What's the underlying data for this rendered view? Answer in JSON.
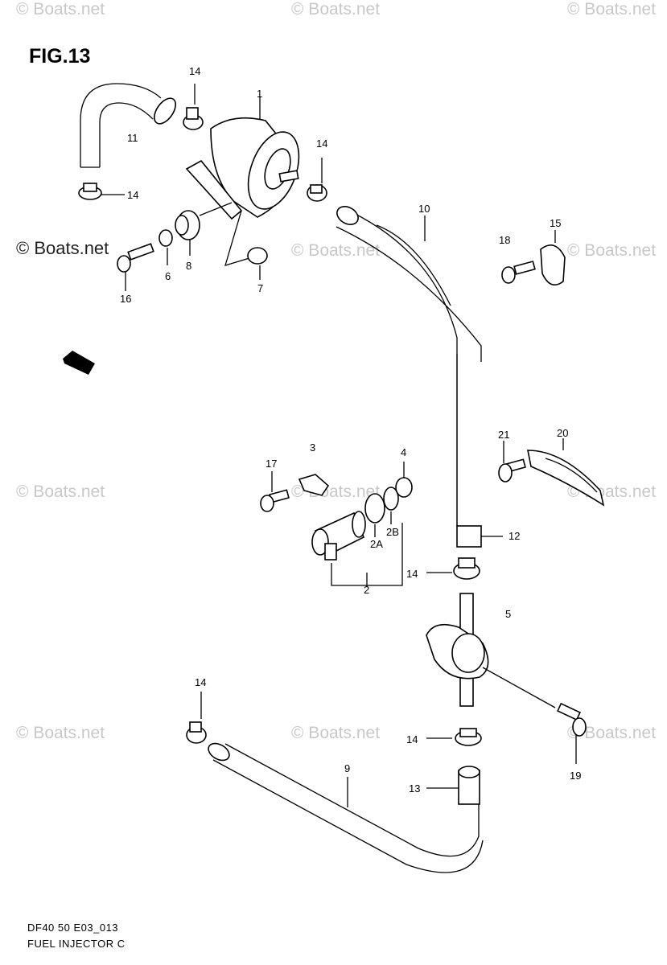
{
  "figure": {
    "title": "FIG.13",
    "code": "DF40 50 E03_013",
    "caption": "FUEL INJECTOR C",
    "watermark": "© Boats.net"
  },
  "callouts": [
    {
      "id": "c1",
      "text": "1"
    },
    {
      "id": "c2",
      "text": "2"
    },
    {
      "id": "c2a",
      "text": "2A"
    },
    {
      "id": "c2b",
      "text": "2B"
    },
    {
      "id": "c3",
      "text": "3"
    },
    {
      "id": "c4",
      "text": "4"
    },
    {
      "id": "c5",
      "text": "5"
    },
    {
      "id": "c6",
      "text": "6"
    },
    {
      "id": "c7",
      "text": "7"
    },
    {
      "id": "c8",
      "text": "8"
    },
    {
      "id": "c9",
      "text": "9"
    },
    {
      "id": "c10",
      "text": "10"
    },
    {
      "id": "c11",
      "text": "11"
    },
    {
      "id": "c12",
      "text": "12"
    },
    {
      "id": "c13",
      "text": "13"
    },
    {
      "id": "c14a",
      "text": "14"
    },
    {
      "id": "c14b",
      "text": "14"
    },
    {
      "id": "c14c",
      "text": "14"
    },
    {
      "id": "c14d",
      "text": "14"
    },
    {
      "id": "c14e",
      "text": "14"
    },
    {
      "id": "c14f",
      "text": "14"
    },
    {
      "id": "c15",
      "text": "15"
    },
    {
      "id": "c16",
      "text": "16"
    },
    {
      "id": "c17",
      "text": "17"
    },
    {
      "id": "c18",
      "text": "18"
    },
    {
      "id": "c19",
      "text": "19"
    },
    {
      "id": "c20",
      "text": "20"
    },
    {
      "id": "c21",
      "text": "21"
    }
  ]
}
